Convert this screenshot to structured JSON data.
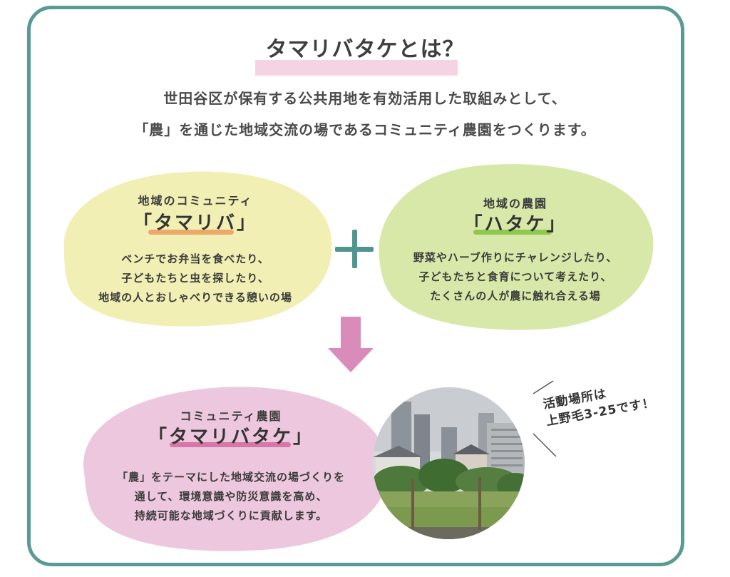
{
  "title": "タマリバタケとは？",
  "lead": {
    "line1": "世田谷区が保有する公共用地を有効活用した取組みとして、",
    "line2": "「農」を通じた地域交流の場であるコミュニティ農園をつくります。"
  },
  "tamariba": {
    "subtitle": "地域のコミュニティ",
    "name": "「タマリバ」",
    "desc": [
      "ベンチでお弁当を食べたり、",
      "子どもたちと虫を探したり、",
      "地域の人とおしゃべりできる憩いの場"
    ]
  },
  "hatake": {
    "subtitle": "地域の農園",
    "name": "「ハタケ」",
    "desc": [
      "野菜やハーブ作りにチャレンジしたり、",
      "子どもたちと食育について考えたり、",
      "たくさんの人が農に触れ合える場"
    ]
  },
  "tamaribatake": {
    "subtitle": "コミュニティ農園",
    "name": "「タマリバタケ」",
    "desc": [
      "「農」をテーマにした地域交流の場づくりを",
      "通して、環境意識や防災意識を高め、",
      "持続可能な地域づくりに貢献します。"
    ]
  },
  "location_note": {
    "line1": "活動場所は",
    "line2": "上野毛3-25です！"
  },
  "colors": {
    "frame": "#5a9a94",
    "yellow_blob": "#f1efb3",
    "green_blob": "#d7e8a9",
    "pink_blob": "#ecc7de",
    "plus": "#4f968f",
    "arrow": "#d98bba"
  },
  "icons": [
    "plus-icon",
    "down-arrow-icon"
  ]
}
